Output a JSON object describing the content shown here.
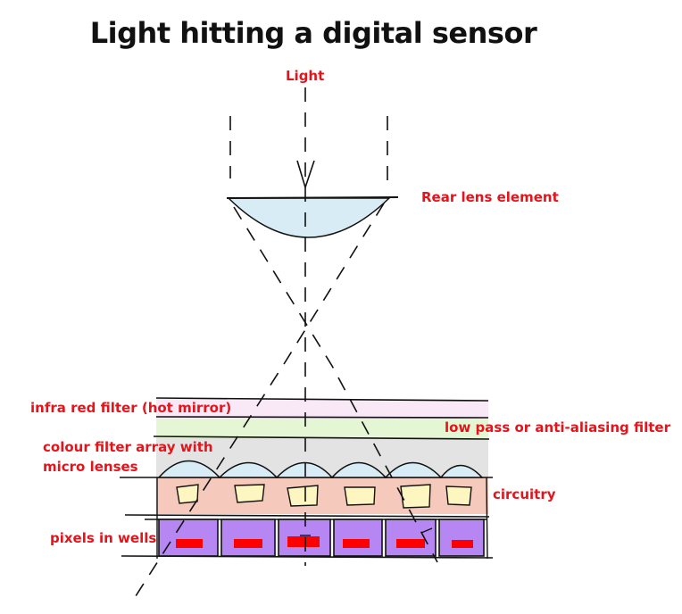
{
  "diagram": {
    "title": "Light hitting a digital sensor",
    "labels": {
      "light": "Light",
      "rear_lens": "Rear lens element",
      "infrared_filter": "infra red filter (hot mirror)",
      "low_pass_filter": "low pass or anti-aliasing filter",
      "colour_filter_line1": "colour filter array with",
      "colour_filter_line2": "micro lenses",
      "circuitry": "circuitry",
      "pixels": "pixels in wells"
    },
    "colors": {
      "label": "#e3141b",
      "lens": "#d8ecf5",
      "infrared": "#f9e9f7",
      "low_pass": "#e4f6d4",
      "colour_filter": "#e3e3e3",
      "circuitry": "#f6c9bd",
      "circuit_chip": "#fdf6c0",
      "pixel_well": "#b687f2",
      "photodiode": "#ff0000"
    }
  }
}
